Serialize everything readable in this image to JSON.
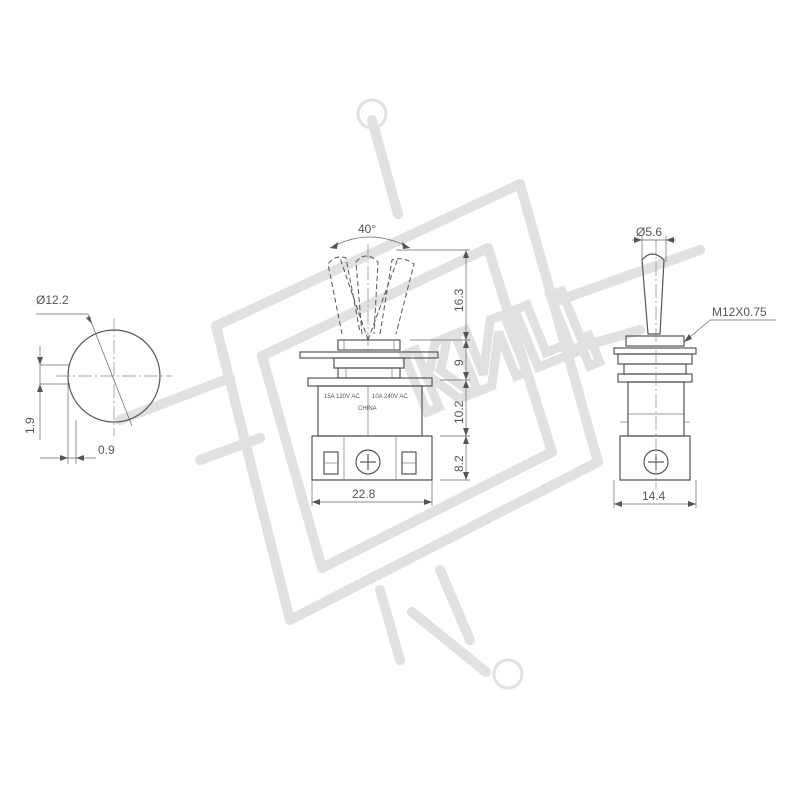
{
  "dimensions": {
    "knob_diameter": "Ø12.2",
    "knob_height": "1.9",
    "knob_flat": "0.9",
    "toggle_angle": "40°",
    "lever_height": "16.3",
    "bushing_height": "9",
    "body_height": "10.2",
    "terminal_height": "8.2",
    "body_width": "22.8",
    "lever_diameter": "Ø5.6",
    "thread": "M12X0.75",
    "side_width": "14.4"
  },
  "body_markings": {
    "rating_left": "15A  120V  AC",
    "rating_right": "10A  240V  AC",
    "origin": "CHINA"
  },
  "watermark": {
    "text": "КИЦ"
  }
}
